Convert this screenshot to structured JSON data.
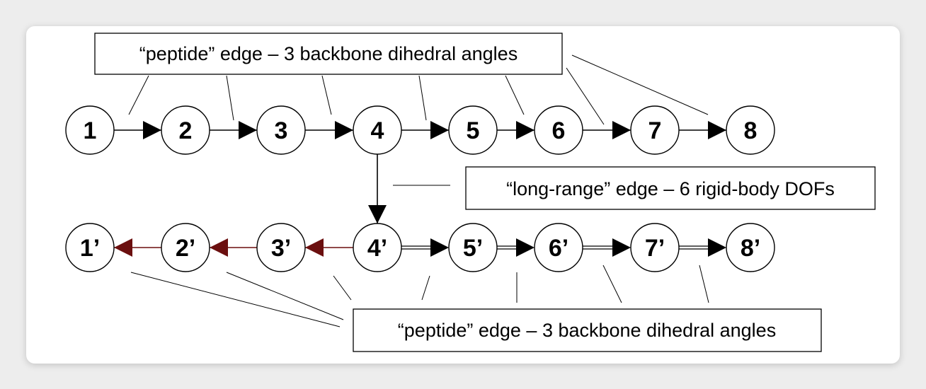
{
  "labels": {
    "top_peptide": "“peptide” edge – 3 backbone dihedral angles",
    "long_range": "“long-range” edge – 6 rigid-body DOFs",
    "bottom_peptide": "“peptide” edge – 3 backbone dihedral angles"
  },
  "top_nodes": [
    "1",
    "2",
    "3",
    "4",
    "5",
    "6",
    "7",
    "8"
  ],
  "bottom_nodes": [
    "1’",
    "2’",
    "3’",
    "4’",
    "5’",
    "6’",
    "7’",
    "8’"
  ],
  "colors": {
    "reverse_arrow": "#6b0f0f",
    "stroke": "#000000"
  }
}
